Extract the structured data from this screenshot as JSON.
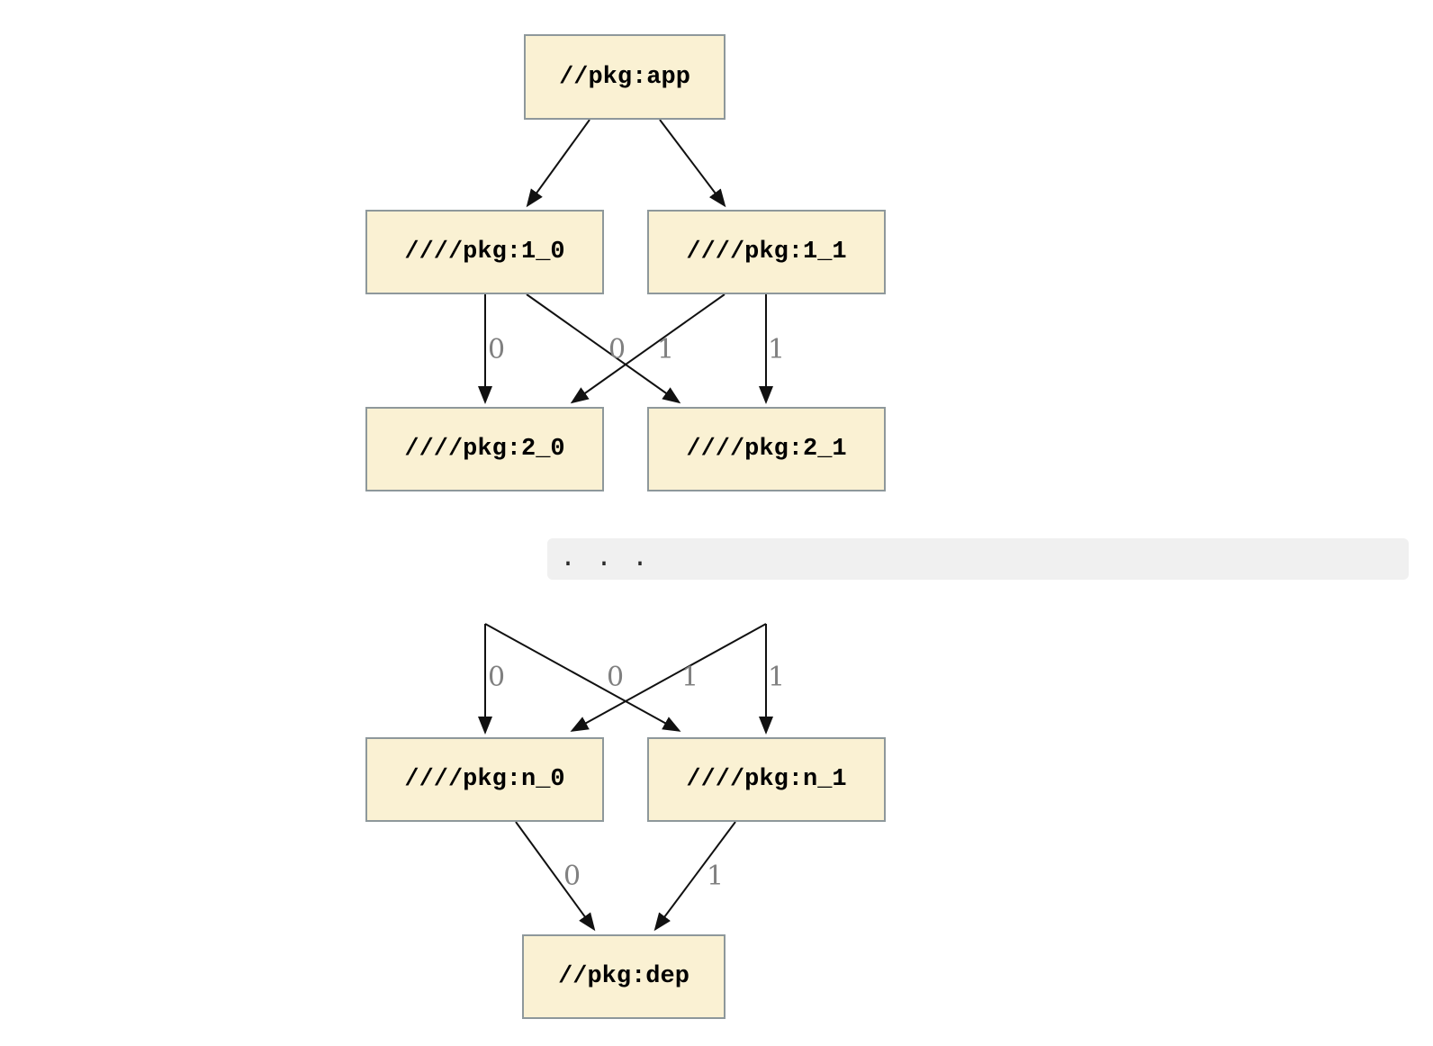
{
  "graph": {
    "nodes": [
      {
        "id": "app",
        "label": "//pkg:app"
      },
      {
        "id": "1_0",
        "label": "////pkg:1_0"
      },
      {
        "id": "1_1",
        "label": "////pkg:1_1"
      },
      {
        "id": "2_0",
        "label": "////pkg:2_0"
      },
      {
        "id": "2_1",
        "label": "////pkg:2_1"
      },
      {
        "id": "n_0",
        "label": "////pkg:n_0"
      },
      {
        "id": "n_1",
        "label": "////pkg:n_1"
      },
      {
        "id": "dep",
        "label": "//pkg:dep"
      }
    ],
    "edges": [
      {
        "from": "app",
        "to": "1_0",
        "label": ""
      },
      {
        "from": "app",
        "to": "1_1",
        "label": ""
      },
      {
        "from": "1_0",
        "to": "2_0",
        "label": "0"
      },
      {
        "from": "1_0",
        "to": "2_1",
        "label": "1"
      },
      {
        "from": "1_1",
        "to": "2_0",
        "label": "0"
      },
      {
        "from": "1_1",
        "to": "2_1",
        "label": "1"
      },
      {
        "from": "…",
        "to": "n_0",
        "label": "0"
      },
      {
        "from": "…",
        "to": "n_0",
        "label": "0"
      },
      {
        "from": "…",
        "to": "n_1",
        "label": "1"
      },
      {
        "from": "…",
        "to": "n_1",
        "label": "1"
      },
      {
        "from": "n_0",
        "to": "dep",
        "label": "0"
      },
      {
        "from": "n_1",
        "to": "dep",
        "label": "1"
      }
    ],
    "ellipsis": ". . .",
    "colors": {
      "node_fill": "#FAF1D3",
      "node_border": "#8E989B",
      "edge": "#111111",
      "edge_label": "#808080",
      "bar_bg": "#F0F0F0",
      "dots": "#2B2B2B"
    }
  }
}
